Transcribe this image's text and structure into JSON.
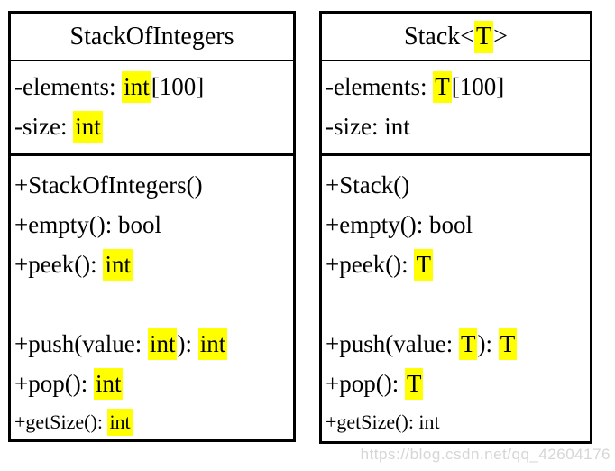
{
  "colors": {
    "background": "#ffffff",
    "border": "#000000",
    "text": "#000000",
    "highlight": "#ffff00",
    "watermark": "#d6d6d6"
  },
  "watermark": {
    "text": "https://blog.csdn.net/qq_42604176"
  },
  "classes": [
    {
      "name": "StackOfIntegers",
      "title": [
        {
          "t": "StackOfIntegers",
          "hl": false
        }
      ],
      "attributes": [
        [
          {
            "t": "-elements: ",
            "hl": false
          },
          {
            "t": "int",
            "hl": true
          },
          {
            "t": "[100]",
            "hl": false
          }
        ],
        [
          {
            "t": "-size: ",
            "hl": false
          },
          {
            "t": "int",
            "hl": true
          }
        ]
      ],
      "methods": [
        {
          "segments": [
            {
              "t": "+StackOfIntegers()",
              "hl": false
            }
          ]
        },
        {
          "segments": [
            {
              "t": "+empty(): bool",
              "hl": false
            }
          ]
        },
        {
          "segments": [
            {
              "t": "+peek(): ",
              "hl": false
            },
            {
              "t": "int",
              "hl": true
            }
          ]
        },
        {
          "blank": true
        },
        {
          "segments": [
            {
              "t": "+push(value: ",
              "hl": false
            },
            {
              "t": "int",
              "hl": true
            },
            {
              "t": "): ",
              "hl": false
            },
            {
              "t": "int",
              "hl": true
            }
          ]
        },
        {
          "segments": [
            {
              "t": "+pop(): ",
              "hl": false
            },
            {
              "t": "int",
              "hl": true
            }
          ]
        },
        {
          "segments": [
            {
              "t": "+getSize(): ",
              "hl": false
            },
            {
              "t": "int",
              "hl": true
            }
          ],
          "small": true
        }
      ]
    },
    {
      "name": "Stack<T>",
      "title": [
        {
          "t": "Stack<",
          "hl": false
        },
        {
          "t": "T",
          "hl": true
        },
        {
          "t": ">",
          "hl": false
        }
      ],
      "attributes": [
        [
          {
            "t": "-elements: ",
            "hl": false
          },
          {
            "t": "T",
            "hl": true
          },
          {
            "t": "[100]",
            "hl": false
          }
        ],
        [
          {
            "t": "-size: int",
            "hl": false
          }
        ]
      ],
      "methods": [
        {
          "segments": [
            {
              "t": "+Stack()",
              "hl": false
            }
          ]
        },
        {
          "segments": [
            {
              "t": "+empty(): bool",
              "hl": false
            }
          ]
        },
        {
          "segments": [
            {
              "t": "+peek(): ",
              "hl": false
            },
            {
              "t": "T",
              "hl": true
            }
          ]
        },
        {
          "blank": true
        },
        {
          "segments": [
            {
              "t": "+push(value: ",
              "hl": false
            },
            {
              "t": "T",
              "hl": true
            },
            {
              "t": "): ",
              "hl": false
            },
            {
              "t": "T",
              "hl": true
            }
          ]
        },
        {
          "segments": [
            {
              "t": "+pop(): ",
              "hl": false
            },
            {
              "t": "T",
              "hl": true
            }
          ]
        },
        {
          "segments": [
            {
              "t": "+getSize(): int",
              "hl": false
            }
          ],
          "small": true
        }
      ]
    }
  ]
}
